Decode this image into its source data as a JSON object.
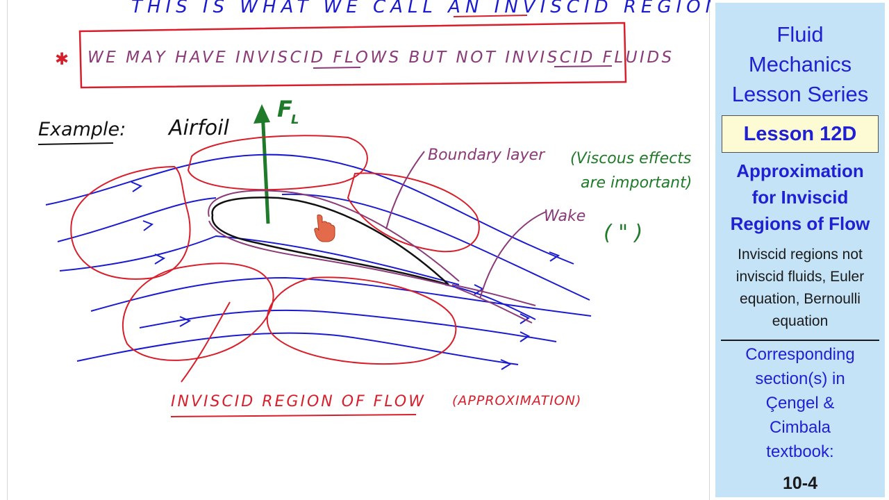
{
  "canvas": {
    "top_text": "THIS IS WHAT WE CALL AN INVISCID REGION OF",
    "boxed_statement": "WE MAY HAVE INVISCID FLOWS BUT NOT INVISCID FLUIDS",
    "star_glyph": "✱",
    "example_label": "Example:",
    "airfoil_label": "Airfoil",
    "lift_label": "F",
    "lift_subscript": "L",
    "boundary_layer_label": "Boundary layer",
    "viscous_note_line1": "(Viscous effects",
    "viscous_note_line2": "are important)",
    "wake_label": "Wake",
    "ditto_note": "(  \"  )",
    "inviscid_region_label": "INVISCID REGION OF FLOW",
    "approximation_label": "(APPROXIMATION)"
  },
  "sidebar": {
    "series_title_line1": "Fluid",
    "series_title_line2": "Mechanics",
    "series_title_line3": "Lesson Series",
    "lesson_number": "Lesson 12D",
    "topic_line1": "Approximation",
    "topic_line2": "for Inviscid",
    "topic_line3": "Regions of Flow",
    "desc_line1": "Inviscid regions not",
    "desc_line2": "inviscid fluids, Euler",
    "desc_line3": "equation, Bernoulli",
    "desc_line4": "equation",
    "sections_line1": "Corresponding",
    "sections_line2": "section(s) in",
    "sections_line3": "Çengel &",
    "sections_line4": "Cimbala",
    "sections_line5": "textbook:",
    "sections_value": "10-4"
  },
  "colors": {
    "ink_blue": "#1a1ad0",
    "ink_red": "#d81e2a",
    "ink_purple": "#8a3a78",
    "ink_green": "#1f7a2a",
    "ink_black": "#111111",
    "sidebar_bg": "#c5e3f6",
    "sidebar_title": "#1f1fd4",
    "lesson_box_bg": "#fdfbd4"
  },
  "icons": {
    "cursor": "hand-pointer-icon"
  }
}
